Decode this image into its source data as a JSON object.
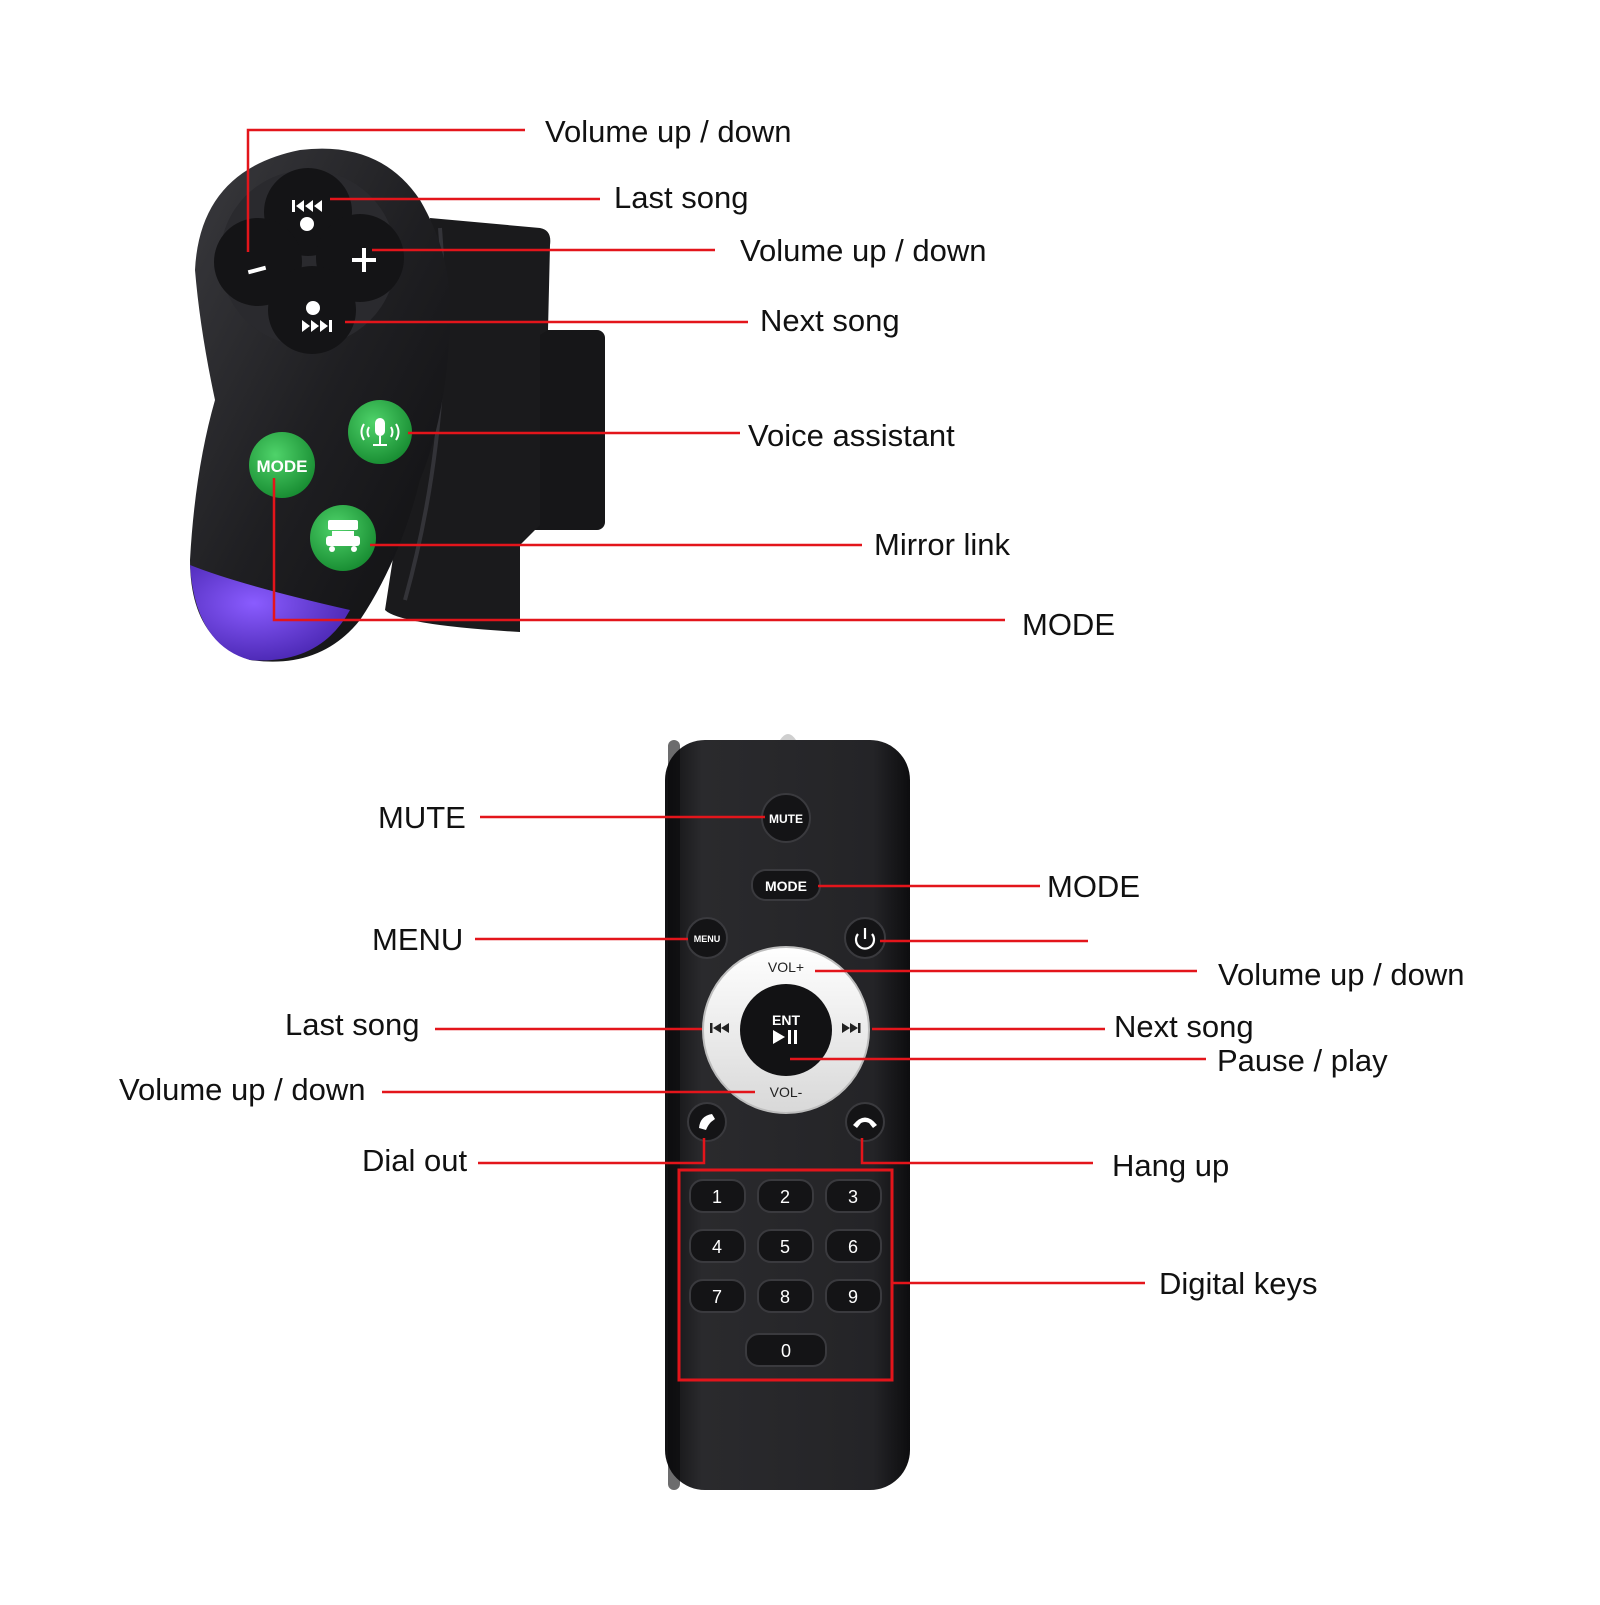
{
  "colors": {
    "leader_line": "#e3151b",
    "device_body": "#1c1c1e",
    "key_fill": "#141416",
    "green_button": "#1eaa3c",
    "purple_lens": "#5a2bd0",
    "label_text": "#111111"
  },
  "steering_remote": {
    "key_icons": {
      "top": "skip-back-phone-icon",
      "left": "minus-icon",
      "right": "plus-icon",
      "bottom": "skip-forward-phone-icon",
      "voice": "microphone-icon",
      "mirror": "car-link-icon"
    },
    "mode_key_text": "MODE",
    "labels": {
      "volume_top": "Volume up / down",
      "last_song": "Last song",
      "volume_right": "Volume up / down",
      "next_song": "Next song",
      "voice_assistant": "Voice assistant",
      "mirror_link": "Mirror link",
      "mode": "MODE"
    }
  },
  "handheld_remote": {
    "keys": {
      "mute": "MUTE",
      "mode": "MODE",
      "menu": "MENU",
      "vol_plus": "VOL+",
      "vol_minus": "VOL-",
      "ent": "ENT",
      "digits": [
        "1",
        "2",
        "3",
        "4",
        "5",
        "6",
        "7",
        "8",
        "9",
        "0"
      ]
    },
    "key_icons": {
      "power": "power-icon",
      "prev": "skip-back-icon",
      "next": "skip-forward-icon",
      "play_pause": "play-pause-icon",
      "dial": "phone-dial-icon",
      "hangup": "phone-hangup-icon"
    },
    "labels": {
      "mute": "MUTE",
      "mode": "MODE",
      "menu": "MENU",
      "volume_right": "Volume up / down",
      "last_song": "Last song",
      "next_song": "Next song",
      "pause_play": "Pause / play",
      "volume_left": "Volume up / down",
      "dial_out": "Dial out",
      "hang_up": "Hang up",
      "digital_keys": "Digital keys"
    }
  }
}
